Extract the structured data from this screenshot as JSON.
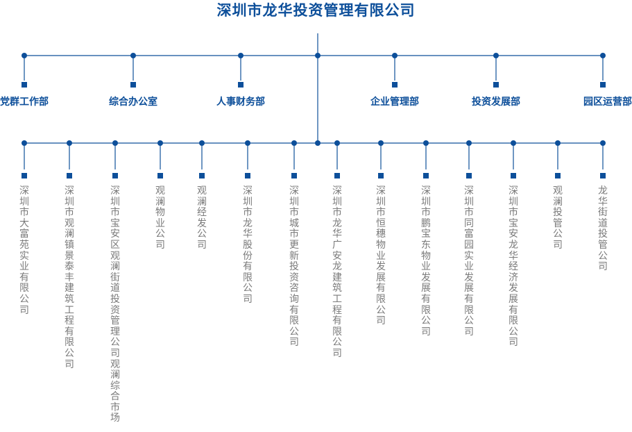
{
  "title": "深圳市龙华投资管理有限公司",
  "colors": {
    "primary": "#0d4f9a",
    "sub_text": "#7a7a7a"
  },
  "departments": [
    "党群工作部",
    "综合办公室",
    "人事财务部",
    "企业管理部",
    "投资发展部",
    "园区运营部"
  ],
  "subsidiaries": [
    "深圳市大富苑实业有限公司",
    "深圳市观澜镇景泰丰建筑工程有限公司",
    "深圳市宝安区观澜街道投资管理公司观澜综合市场",
    "观澜物业公司",
    "观澜经发公司",
    "深圳市龙华股份有限公司",
    "深圳市城市更新投资咨询有限公司",
    "深圳市龙华广安龙建筑工程有限公司",
    "深圳市恒穗物业发展有限公司",
    "深圳市鹏宝东物业发展有限公司",
    "深圳市同富园实业发展有限公司",
    "深圳市宝安龙华经济发展有限公司",
    "观澜投管公司",
    "龙华街道投管公司"
  ]
}
